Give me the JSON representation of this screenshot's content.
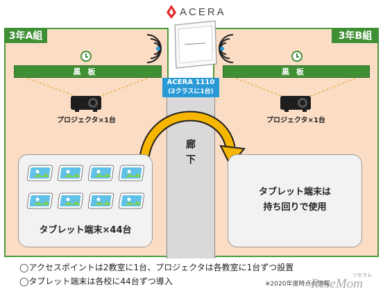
{
  "brand": {
    "name": "ACERA"
  },
  "rooms": {
    "left": {
      "title": "3年A組",
      "blackboard": "黒板",
      "projector_label": "プロジェクタ×1台",
      "tablet_label": "タブレット端末×44台"
    },
    "right": {
      "title": "3年B組",
      "blackboard": "黒板",
      "projector_label": "プロジェクタ×1台",
      "tablet_text_line1": "タブレット端末は",
      "tablet_text_line2": "持ち回りで使用"
    }
  },
  "access_point": {
    "model": "ACERA 1110",
    "note": "(2クラスに1台)"
  },
  "corridor": {
    "label": "廊下"
  },
  "footer": {
    "line1": "◯アクセスポイントは2教室に1台、プロジェクタは各教室に1台ずつ設置",
    "line2": "◯タブレット端末は各校に44台ずつ導入",
    "source": "※2020年度時点の情報",
    "watermark": "ReseMom",
    "watermark_kana": "リセマム"
  },
  "colors": {
    "green": "#3f8f35",
    "room_fill": "#fbdcc4",
    "ap_blue": "#2a9ad6",
    "arrow_orange": "#f0a000",
    "corridor": "#d9d9d9"
  }
}
